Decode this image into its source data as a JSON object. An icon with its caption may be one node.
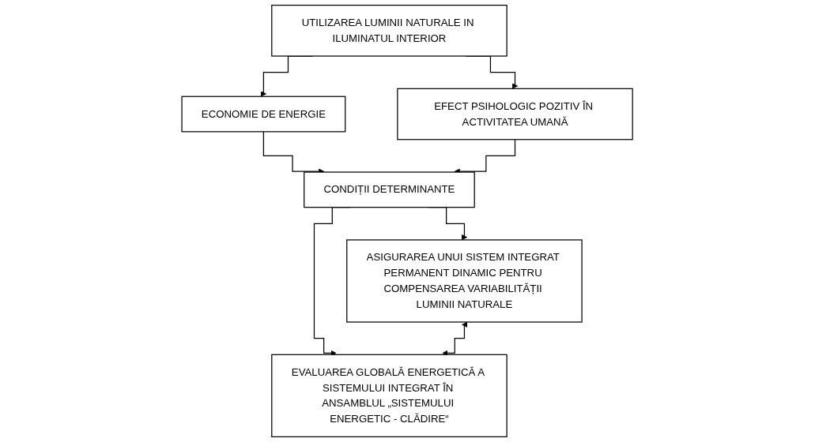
{
  "diagram": {
    "nodes": [
      {
        "text": [
          "UTILIZAREA LUMINII NATURALE IN ILUMINATUL INTERIOR"
        ]
      },
      {
        "text": [
          "ECONOMIE DE ENERGIE"
        ]
      },
      {
        "text": [
          "EFECT PSIHOLOGIC POZITIV ÎN ACTIVITATEA UMANĂ"
        ]
      },
      {
        "text": [
          "CONDIȚII DETERMINANTE"
        ]
      },
      {
        "text": [
          "ASIGURAREA UNUI SISTEM INTEGRAT PERMANENT DINAMIC PENTRU COMPENSAREA VARIABILITĂȚII LUMINII NATURALE"
        ]
      },
      {
        "text": [
          "EVALUAREA GLOBALĂ ENERGETICĂ A SISTEMULUI INTEGRAT ÎN ANSAMBLUL „SISTEMULUI ENERGETIC - CLĂDIRE“"
        ]
      }
    ],
    "edges": [
      {
        "from": 0,
        "to": 1,
        "arrow": "to"
      },
      {
        "from": 0,
        "to": 2,
        "arrow": "to"
      },
      {
        "from": 1,
        "to": 3,
        "arrow": "to"
      },
      {
        "from": 2,
        "to": 3,
        "arrow": "to"
      },
      {
        "from": 3,
        "to": 4,
        "arrow": "to"
      },
      {
        "from": 3,
        "to": 5,
        "arrow": "to"
      },
      {
        "from": 4,
        "to": 5,
        "arrow": "both"
      }
    ]
  }
}
